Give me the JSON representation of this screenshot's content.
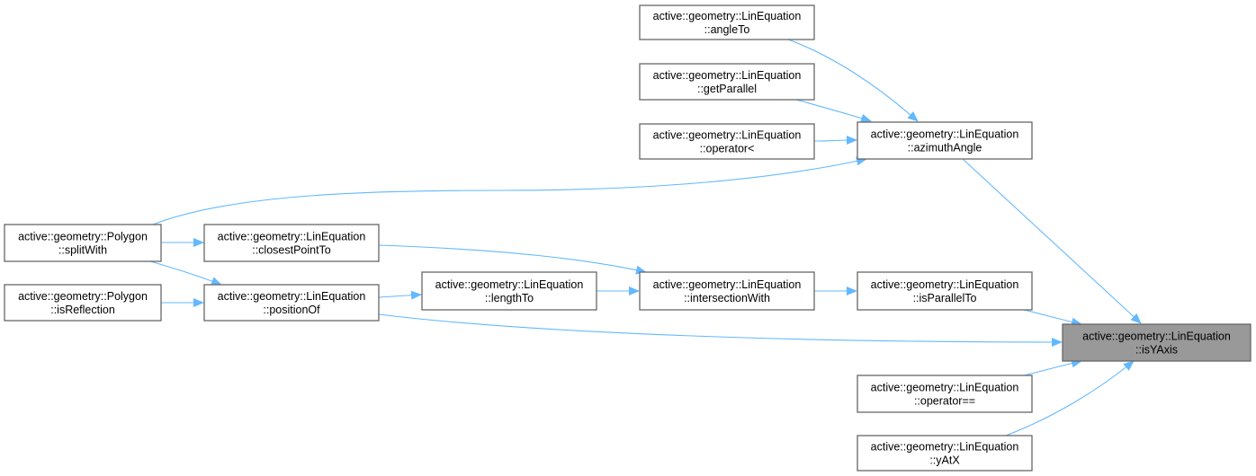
{
  "graph": {
    "type": "caller-graph",
    "colors": {
      "edge": "#63b8ff",
      "node_border": "#666666",
      "current_fill": "#999999"
    },
    "nodes": [
      {
        "id": "angleTo",
        "line1": "active::geometry::LinEquation",
        "line2": "::angleTo"
      },
      {
        "id": "getParallel",
        "line1": "active::geometry::LinEquation",
        "line2": "::getParallel"
      },
      {
        "id": "operatorLt",
        "line1": "active::geometry::LinEquation",
        "line2": "::operator<"
      },
      {
        "id": "azimuthAngle",
        "line1": "active::geometry::LinEquation",
        "line2": "::azimuthAngle"
      },
      {
        "id": "splitWith",
        "line1": "active::geometry::Polygon",
        "line2": "::splitWith"
      },
      {
        "id": "closestPointTo",
        "line1": "active::geometry::LinEquation",
        "line2": "::closestPointTo"
      },
      {
        "id": "isReflection",
        "line1": "active::geometry::Polygon",
        "line2": "::isReflection"
      },
      {
        "id": "positionOf",
        "line1": "active::geometry::LinEquation",
        "line2": "::positionOf"
      },
      {
        "id": "lengthTo",
        "line1": "active::geometry::LinEquation",
        "line2": "::lengthTo"
      },
      {
        "id": "intersectionWith",
        "line1": "active::geometry::LinEquation",
        "line2": "::intersectionWith"
      },
      {
        "id": "isParallelTo",
        "line1": "active::geometry::LinEquation",
        "line2": "::isParallelTo"
      },
      {
        "id": "isYAxis",
        "line1": "active::geometry::LinEquation",
        "line2": "::isYAxis",
        "current": true
      },
      {
        "id": "operatorEq",
        "line1": "active::geometry::LinEquation",
        "line2": "::operator=="
      },
      {
        "id": "yAtX",
        "line1": "active::geometry::LinEquation",
        "line2": "::yAtX"
      }
    ],
    "edges": [
      {
        "from": "angleTo",
        "to": "azimuthAngle"
      },
      {
        "from": "getParallel",
        "to": "azimuthAngle"
      },
      {
        "from": "operatorLt",
        "to": "azimuthAngle"
      },
      {
        "from": "splitWith",
        "to": "azimuthAngle"
      },
      {
        "from": "azimuthAngle",
        "to": "isYAxis"
      },
      {
        "from": "isParallelTo",
        "to": "isYAxis"
      },
      {
        "from": "positionOf",
        "to": "isYAxis"
      },
      {
        "from": "operatorEq",
        "to": "isYAxis"
      },
      {
        "from": "yAtX",
        "to": "isYAxis"
      },
      {
        "from": "intersectionWith",
        "to": "isParallelTo"
      },
      {
        "from": "closestPointTo",
        "to": "intersectionWith"
      },
      {
        "from": "lengthTo",
        "to": "intersectionWith"
      },
      {
        "from": "positionOf",
        "to": "lengthTo"
      },
      {
        "from": "splitWith",
        "to": "closestPointTo"
      },
      {
        "from": "splitWith",
        "to": "positionOf"
      },
      {
        "from": "isReflection",
        "to": "positionOf"
      }
    ]
  }
}
